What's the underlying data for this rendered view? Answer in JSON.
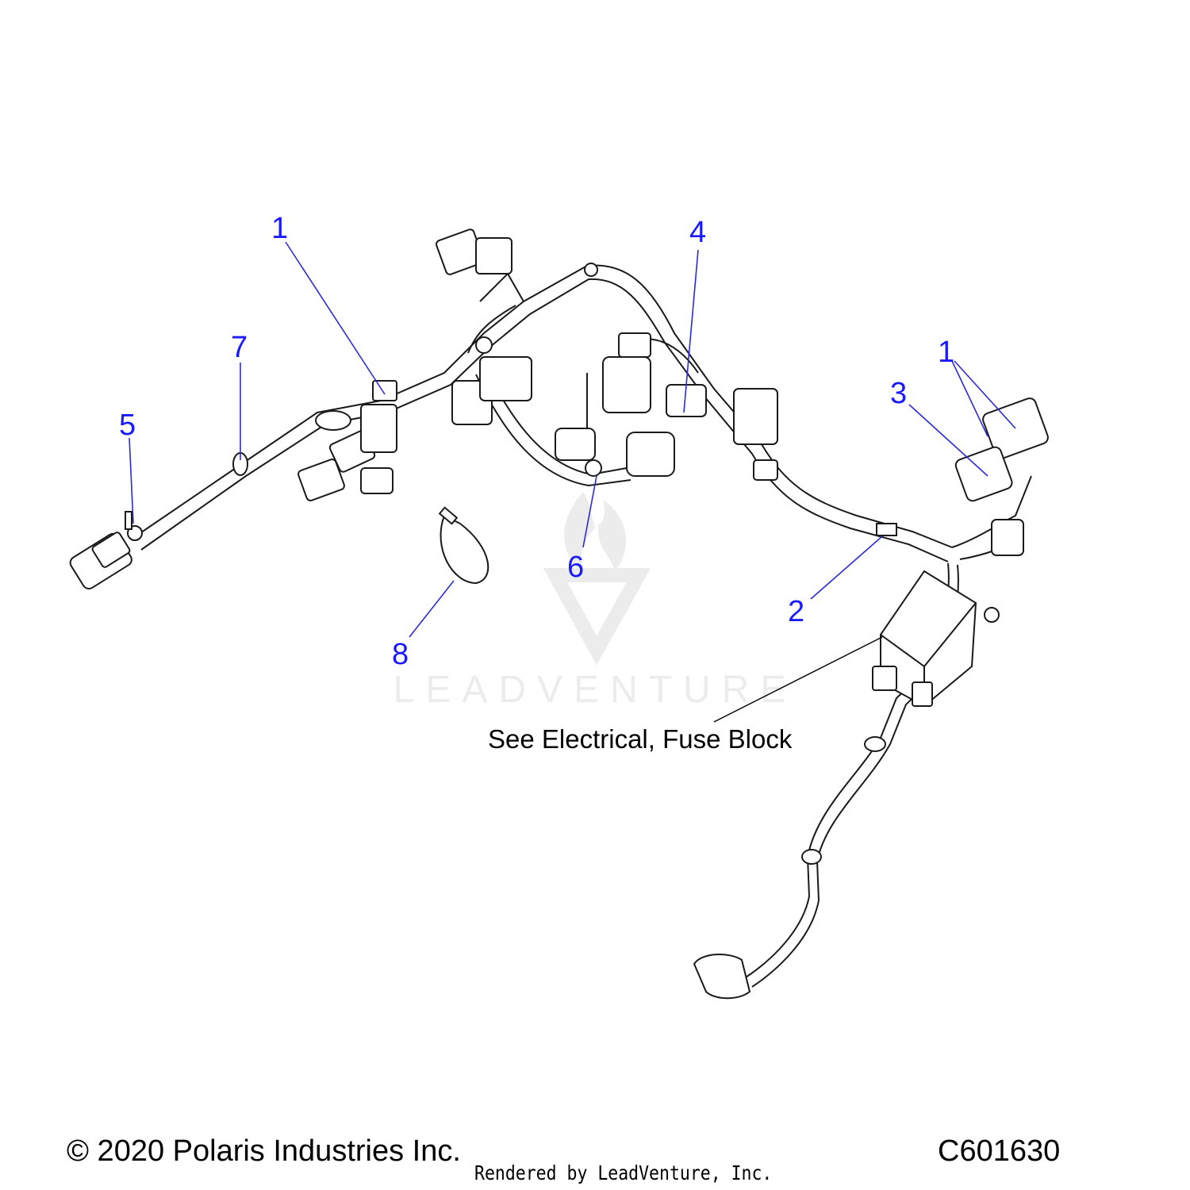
{
  "callouts": [
    {
      "id": "c1a",
      "label": "1"
    },
    {
      "id": "c7",
      "label": "7"
    },
    {
      "id": "c5",
      "label": "5"
    },
    {
      "id": "c4",
      "label": "4"
    },
    {
      "id": "c1b",
      "label": "1"
    },
    {
      "id": "c3",
      "label": "3"
    },
    {
      "id": "c6",
      "label": "6"
    },
    {
      "id": "c2",
      "label": "2"
    },
    {
      "id": "c8",
      "label": "8"
    }
  ],
  "note": "See Electrical, Fuse Block",
  "watermark": "LEADVENTURE",
  "footer": {
    "copyright": "© 2020 Polaris Industries Inc.",
    "figure_id": "C601630",
    "rendered_by": "Rendered by LeadVenture, Inc."
  },
  "colors": {
    "callout": "#1a1aff",
    "leader": "#2b2bd6",
    "line_art": "#1a1a1a",
    "watermark": "#e9e9e9"
  }
}
